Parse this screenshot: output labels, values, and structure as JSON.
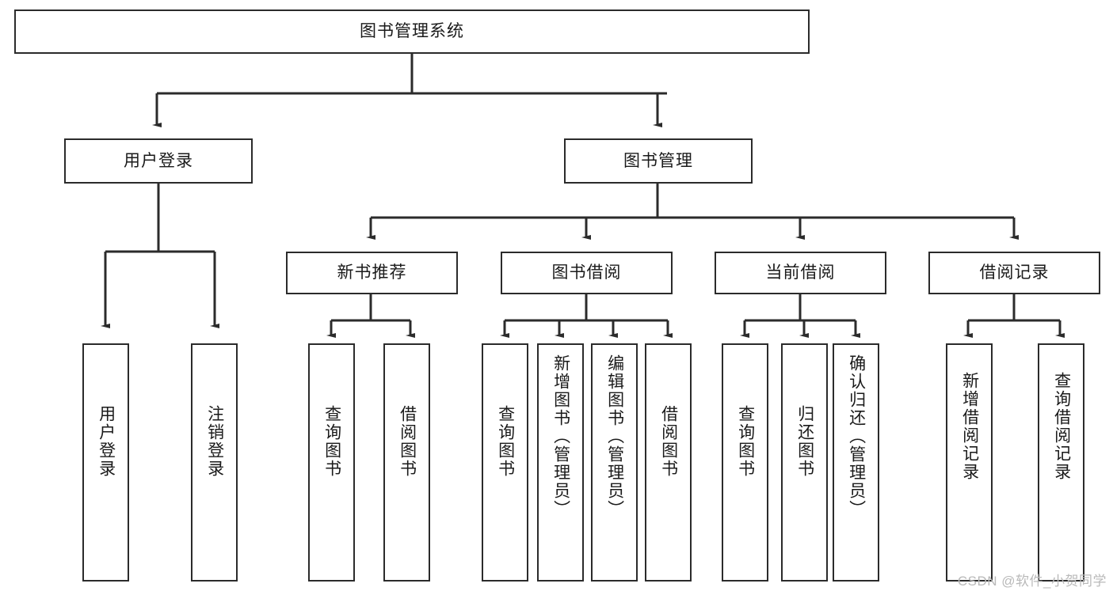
{
  "diagram": {
    "title": "图书管理系统",
    "watermark": "CSDN @软件_小贺同学",
    "root": {
      "label": "图书管理系统"
    },
    "level2": [
      {
        "label": "用户登录"
      },
      {
        "label": "图书管理"
      }
    ],
    "level3": [
      {
        "label": "新书推荐"
      },
      {
        "label": "图书借阅"
      },
      {
        "label": "当前借阅"
      },
      {
        "label": "借阅记录"
      }
    ],
    "leaves": {
      "user_login": [
        {
          "label": "用户登录"
        },
        {
          "label": "注销登录"
        }
      ],
      "new_book_recommend": [
        {
          "label": "查询图书"
        },
        {
          "label": "借阅图书"
        }
      ],
      "book_borrow": [
        {
          "label": "查询图书"
        },
        {
          "label": "新增图书（管理员）"
        },
        {
          "label": "编辑图书（管理员）"
        },
        {
          "label": "借阅图书"
        }
      ],
      "current_borrow": [
        {
          "label": "查询图书"
        },
        {
          "label": "归还图书"
        },
        {
          "label": "确认归还（管理员）"
        }
      ],
      "borrow_record": [
        {
          "label": "新增借阅记录"
        },
        {
          "label": "查询借阅记录"
        }
      ]
    },
    "colors": {
      "stroke": "#2b2b2b",
      "background": "#ffffff",
      "text": "#1a1a1a",
      "watermark": "#b9b9b9"
    }
  }
}
